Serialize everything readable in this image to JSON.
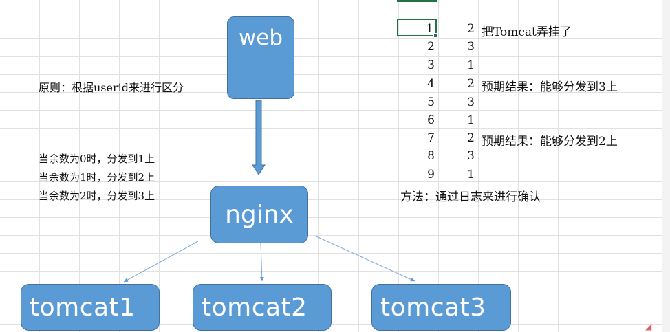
{
  "nodes": {
    "web": "web",
    "nginx": "nginx",
    "tomcats": [
      "tomcat1",
      "tomcat2",
      "tomcat3"
    ]
  },
  "principle": "原则：根据userid来进行区分",
  "rules": [
    "当余数为0时，分发到1上",
    "当余数为1时，分发到2上",
    "当余数为2时，分发到3上"
  ],
  "table": {
    "rows": [
      {
        "a": "1",
        "b": "2",
        "note": "把Tomcat弄挂了"
      },
      {
        "a": "2",
        "b": "3",
        "note": ""
      },
      {
        "a": "3",
        "b": "1",
        "note": ""
      },
      {
        "a": "4",
        "b": "2",
        "note": "预期结果：能够分发到3上"
      },
      {
        "a": "5",
        "b": "3",
        "note": ""
      },
      {
        "a": "6",
        "b": "1",
        "note": ""
      },
      {
        "a": "7",
        "b": "2",
        "note": "预期结果：能够分发到2上"
      },
      {
        "a": "8",
        "b": "3",
        "note": ""
      },
      {
        "a": "9",
        "b": "1",
        "note": ""
      }
    ]
  },
  "method": "方法：通过日志来进行确认",
  "colors": {
    "box_fill": "#5b9bd5",
    "box_border": "#41719c",
    "selection": "#217346"
  }
}
